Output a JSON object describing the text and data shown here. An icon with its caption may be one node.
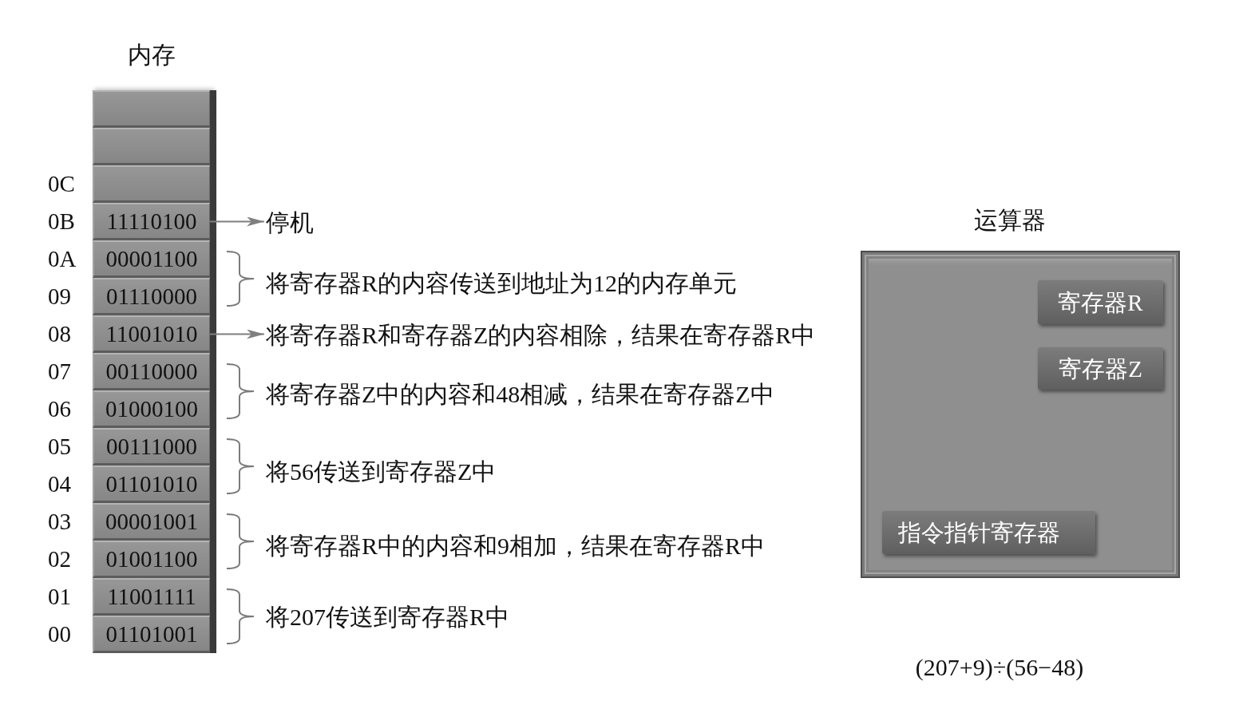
{
  "diagram": {
    "nodes": [
      {
        "text": [
          "内存"
        ]
      },
      {
        "text": [],
        "shape": "box",
        "in": 0
      },
      {
        "text": [],
        "shape": "box",
        "in": 0
      },
      {
        "text": [],
        "shape": "box",
        "beside": [
          "0C"
        ],
        "in": 0
      },
      {
        "text": [
          "11110100"
        ],
        "beside": [
          "0B"
        ],
        "in": 0
      },
      {
        "text": [
          "00001100"
        ],
        "beside": [
          "0A"
        ],
        "in": 0
      },
      {
        "text": [
          "01110000"
        ],
        "beside": [
          "09"
        ],
        "in": 0
      },
      {
        "text": [
          "11001010"
        ],
        "beside": [
          "08"
        ],
        "in": 0
      },
      {
        "text": [
          "00110000"
        ],
        "beside": [
          "07"
        ],
        "in": 0
      },
      {
        "text": [
          "01000100"
        ],
        "beside": [
          "06"
        ],
        "in": 0
      },
      {
        "text": [
          "00111000"
        ],
        "beside": [
          "05"
        ],
        "in": 0
      },
      {
        "text": [
          "01101010"
        ],
        "beside": [
          "04"
        ],
        "in": 0
      },
      {
        "text": [
          "00001001"
        ],
        "beside": [
          "03"
        ],
        "in": 0
      },
      {
        "text": [
          "01001100"
        ],
        "beside": [
          "02"
        ],
        "in": 0
      },
      {
        "text": [
          "11001111"
        ],
        "beside": [
          "01"
        ],
        "in": 0
      },
      {
        "text": [
          "01101001"
        ],
        "beside": [
          "00"
        ],
        "in": 0
      },
      {
        "text": [
          "停机"
        ]
      },
      {
        "text": [
          "将寄存器R和寄存器Z的内容相除，结果在寄存器R中"
        ]
      },
      {
        "text": [
          "运算器"
        ]
      },
      {
        "text": [
          "寄存器R"
        ],
        "in": 18
      },
      {
        "text": [
          "寄存器Z"
        ],
        "in": 18
      },
      {
        "text": [
          "指令指针寄存器"
        ],
        "in": 18
      }
    ],
    "edges": [
      {
        "from": 4,
        "to": 16,
        "arrow": "to"
      },
      {
        "from": 7,
        "to": 17,
        "arrow": "to"
      }
    ],
    "labels": [
      "将寄存器R的内容传送到地址为12的内存单元",
      "将寄存器Z中的内容和48相减，结果在寄存器Z中",
      "将56传送到寄存器Z中",
      "将寄存器R中的内容和9相加，结果在寄存器R中",
      "将207传送到寄存器R中",
      "(207+9)÷(56−48)"
    ]
  }
}
